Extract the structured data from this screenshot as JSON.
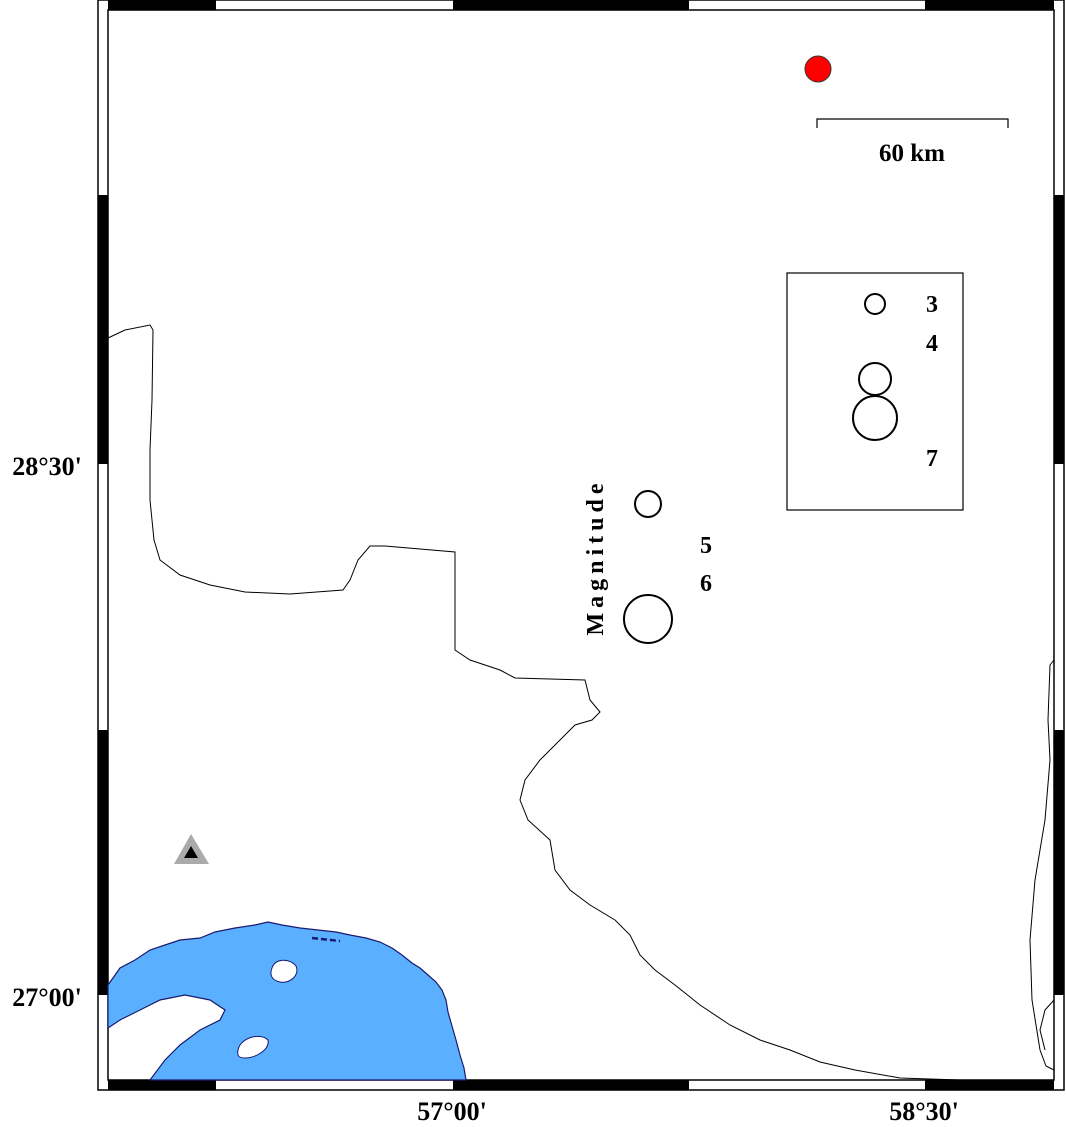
{
  "map": {
    "axes": {
      "lon_labels": [
        "57°00'",
        "58°30'"
      ],
      "lat_labels": [
        "28°30'",
        "27°00'"
      ]
    },
    "scale_bar": {
      "label": "60 km"
    },
    "magnitude_legend": {
      "title": "Magnitude",
      "entries": [
        "3",
        "4",
        "5",
        "6",
        "7"
      ]
    },
    "markers": [
      {
        "name": "epicenter",
        "color": "#ff0000"
      },
      {
        "name": "station",
        "color": "#000000",
        "outline_color": "#aaaaaa"
      }
    ],
    "colors": {
      "sea": "#5ab0ff",
      "land": "#ffffff",
      "border": "#000000"
    }
  }
}
